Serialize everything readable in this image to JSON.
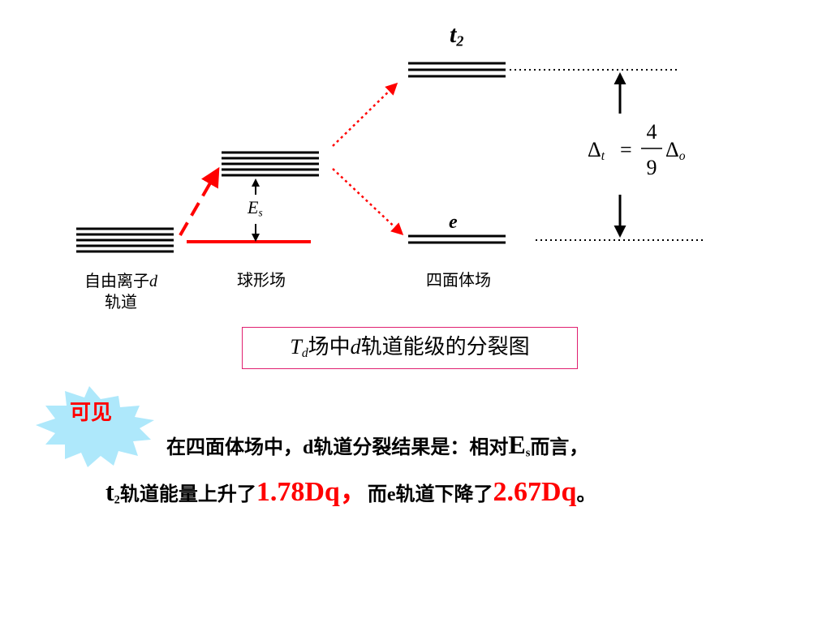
{
  "levels": {
    "free_ion": {
      "label_line1": "自由离子",
      "label_italic": "d",
      "label_line2": "轨道"
    },
    "spherical": {
      "label": "球形场"
    },
    "tetrahedral": {
      "label": "四面体场"
    }
  },
  "labels": {
    "t2_main": "t",
    "t2_sub": "2",
    "e": "e",
    "es_main": "E",
    "es_sub": "s"
  },
  "formula": {
    "lhs": "Δ",
    "lhs_sub": "t",
    "equals": "=",
    "numerator": "4",
    "denominator": "9",
    "rhs": "Δ",
    "rhs_sub": "o"
  },
  "caption": {
    "T": "T",
    "T_sub": "d",
    "part1": "场中",
    "d": "d",
    "part2": "轨道能级的分裂图"
  },
  "badge": {
    "text": "可见"
  },
  "conclusion": {
    "line1_a": "在四面体场中，d轨道分裂结果是：相对",
    "line1_E": "E",
    "line1_Esub": "s",
    "line1_b": "而言，",
    "line2_t": "t",
    "line2_tsub": "2",
    "line2_a": "轨道能量上升了",
    "value_up": "1.78Dq，",
    "line2_b": "而e轨道下降了",
    "value_down": "2.67Dq",
    "line2_end": "。"
  },
  "colors": {
    "accent": "#ff0000",
    "caption_border": "#e02070",
    "badge_fill": "#aee8fb"
  }
}
